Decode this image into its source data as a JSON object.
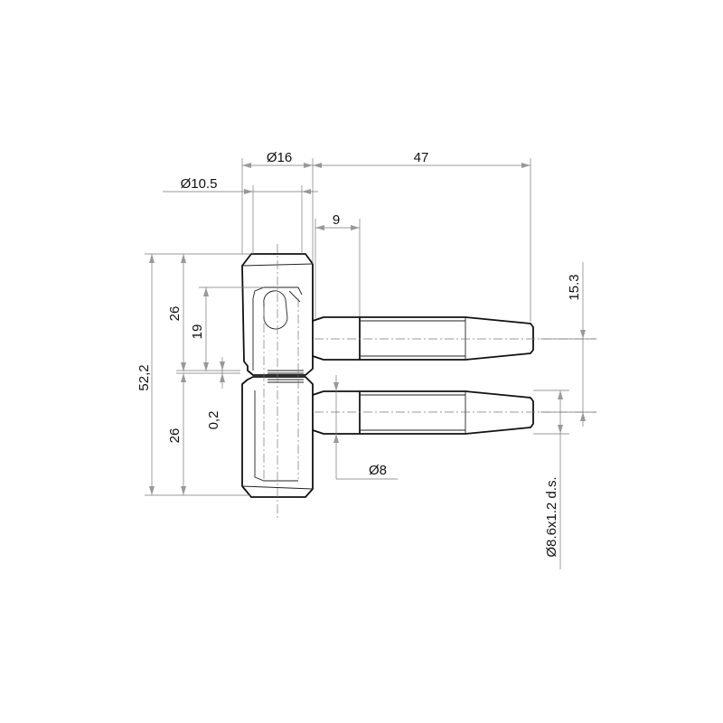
{
  "dimensions": {
    "dia16": "Ø16",
    "len47": "47",
    "dia10_5": "Ø10.5",
    "len9": "9",
    "h52_2": "52,2",
    "h26_top": "26",
    "h19": "19",
    "h0_2": "0,2",
    "h26_bottom": "26",
    "h15_3": "15.3",
    "dia8": "Ø8",
    "thread": "Ø8.6x1.2 d.s."
  },
  "colors": {
    "outline": "#111111",
    "dimension_line": "#777777",
    "arrow": "#999999",
    "text": "#111111"
  }
}
